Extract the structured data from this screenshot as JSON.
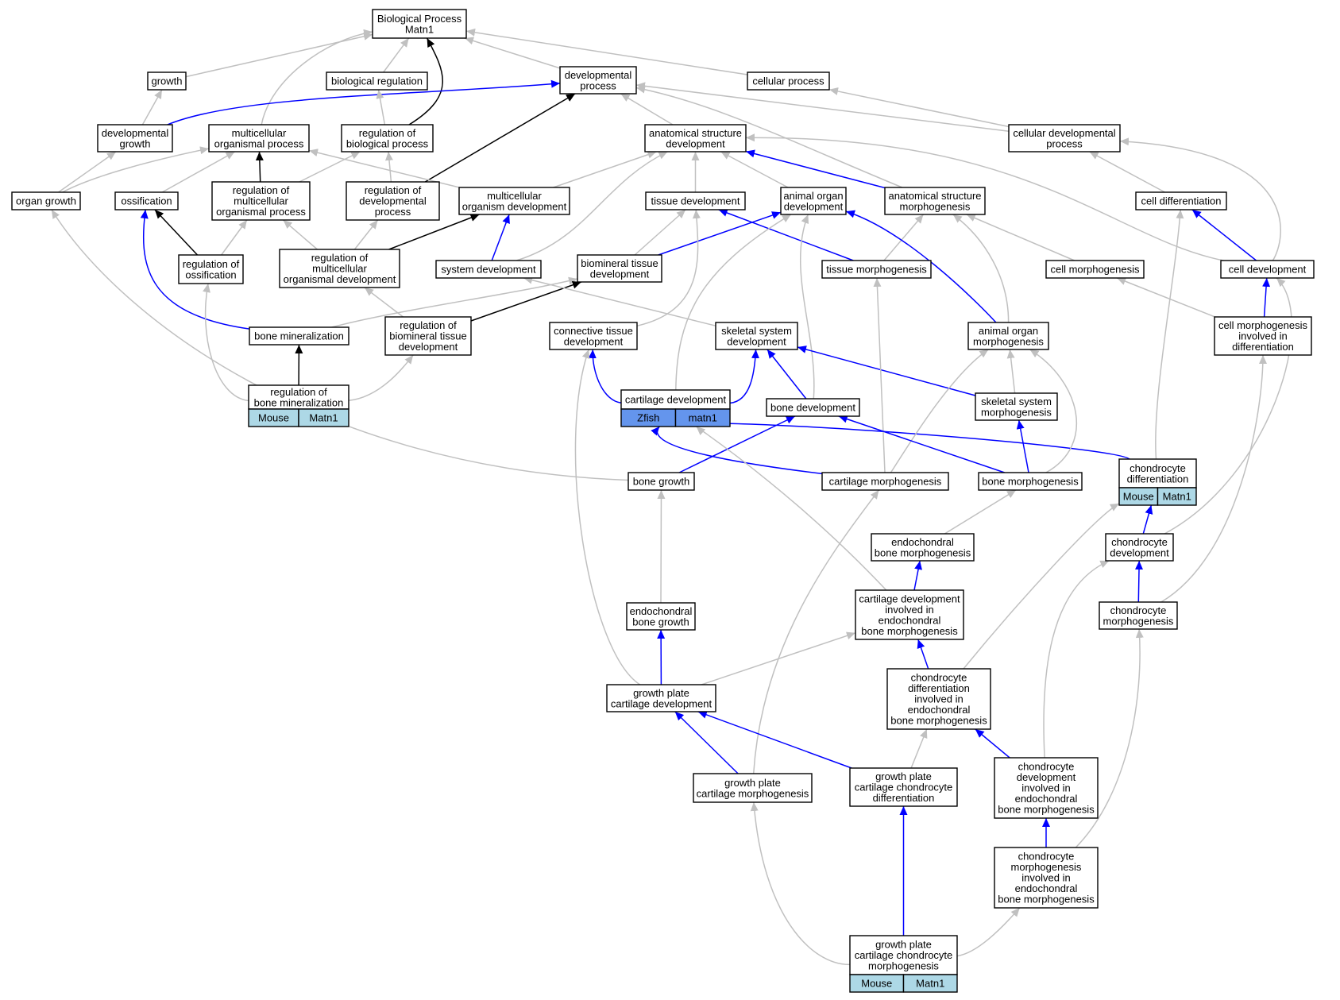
{
  "nodes": {
    "bp": {
      "lines": [
        "Biological Process",
        "Matn1"
      ]
    },
    "growth": {
      "lines": [
        "growth"
      ]
    },
    "bioreg": {
      "lines": [
        "biological regulation"
      ]
    },
    "devproc": {
      "lines": [
        "developmental",
        "process"
      ]
    },
    "cellproc": {
      "lines": [
        "cellular process"
      ]
    },
    "devgrowth": {
      "lines": [
        "developmental",
        "growth"
      ]
    },
    "multiorg": {
      "lines": [
        "multicellular",
        "organismal process"
      ]
    },
    "regbio": {
      "lines": [
        "regulation of",
        "biological process"
      ]
    },
    "anatdev": {
      "lines": [
        "anatomical structure",
        "development"
      ]
    },
    "celldevproc": {
      "lines": [
        "cellular developmental",
        "process"
      ]
    },
    "organgrowth": {
      "lines": [
        "organ growth"
      ]
    },
    "ossif": {
      "lines": [
        "ossification"
      ]
    },
    "regmulti": {
      "lines": [
        "regulation of",
        "multicellular",
        "organismal process"
      ]
    },
    "regdev": {
      "lines": [
        "regulation of",
        "developmental",
        "process"
      ]
    },
    "multidev": {
      "lines": [
        "multicellular",
        "organism development"
      ]
    },
    "tissuedev": {
      "lines": [
        "tissue development"
      ]
    },
    "animorgdev": {
      "lines": [
        "animal organ",
        "development"
      ]
    },
    "anatmorph": {
      "lines": [
        "anatomical structure",
        "morphogenesis"
      ]
    },
    "celldiff": {
      "lines": [
        "cell differentiation"
      ]
    },
    "regossif": {
      "lines": [
        "regulation of",
        "ossification"
      ]
    },
    "regmultidev": {
      "lines": [
        "regulation of",
        "multicellular",
        "organismal development"
      ]
    },
    "sysdev": {
      "lines": [
        "system development"
      ]
    },
    "biomin": {
      "lines": [
        "biomineral tissue",
        "development"
      ]
    },
    "tissuemorph": {
      "lines": [
        "tissue morphogenesis"
      ]
    },
    "cellmorph": {
      "lines": [
        "cell morphogenesis"
      ]
    },
    "celldev": {
      "lines": [
        "cell development"
      ]
    },
    "bonemin": {
      "lines": [
        "bone mineralization"
      ]
    },
    "regbiomin": {
      "lines": [
        "regulation of",
        "biomineral tissue",
        "development"
      ]
    },
    "conntissue": {
      "lines": [
        "connective tissue",
        "development"
      ]
    },
    "skeldev": {
      "lines": [
        "skeletal system",
        "development"
      ]
    },
    "animorgmorph": {
      "lines": [
        "animal organ",
        "morphogenesis"
      ]
    },
    "cellmorphdiff": {
      "lines": [
        "cell morphogenesis",
        "involved in",
        "differentiation"
      ]
    },
    "regbonemin": {
      "lines": [
        "regulation of",
        "bone mineralization"
      ],
      "cells": [
        "Mouse",
        "Matn1"
      ]
    },
    "cartdev": {
      "lines": [
        "cartilage development"
      ],
      "cells": [
        "Zfish",
        "matn1"
      ]
    },
    "bonedev": {
      "lines": [
        "bone development"
      ]
    },
    "skelmorph": {
      "lines": [
        "skeletal system",
        "morphogenesis"
      ]
    },
    "chondrodiff": {
      "lines": [
        "chondrocyte",
        "differentiation"
      ],
      "cells": [
        "Mouse",
        "Matn1"
      ]
    },
    "bonegrowth": {
      "lines": [
        "bone growth"
      ]
    },
    "cartmorph": {
      "lines": [
        "cartilage morphogenesis"
      ]
    },
    "bonemorph": {
      "lines": [
        "bone morphogenesis"
      ]
    },
    "endobonemorph": {
      "lines": [
        "endochondral",
        "bone morphogenesis"
      ]
    },
    "chondrodev": {
      "lines": [
        "chondrocyte",
        "development"
      ]
    },
    "cartdevendo": {
      "lines": [
        "cartilage development",
        "involved in",
        "endochondral",
        "bone morphogenesis"
      ]
    },
    "endobonegrowth": {
      "lines": [
        "endochondral",
        "bone growth"
      ]
    },
    "chondromorph": {
      "lines": [
        "chondrocyte",
        "morphogenesis"
      ]
    },
    "gpcartdev": {
      "lines": [
        "growth plate",
        "cartilage development"
      ]
    },
    "chondrodiffendo": {
      "lines": [
        "chondrocyte",
        "differentiation",
        "involved in",
        "endochondral",
        "bone morphogenesis"
      ]
    },
    "gpcartmorph": {
      "lines": [
        "growth plate",
        "cartilage morphogenesis"
      ]
    },
    "gpchondrodiff": {
      "lines": [
        "growth plate",
        "cartilage chondrocyte",
        "differentiation"
      ]
    },
    "chondrodevendo": {
      "lines": [
        "chondrocyte",
        "development",
        "involved in",
        "endochondral",
        "bone morphogenesis"
      ]
    },
    "chondromorphendo": {
      "lines": [
        "chondrocyte",
        "morphogenesis",
        "involved in",
        "endochondral",
        "bone morphogenesis"
      ]
    },
    "gpchondromorph": {
      "lines": [
        "growth plate",
        "cartilage chondrocyte",
        "morphogenesis"
      ],
      "cells": [
        "Mouse",
        "Matn1"
      ]
    }
  },
  "colors": {
    "gray_edge": "#c0c0c0",
    "blue_edge": "#0000ff",
    "black_edge": "#000000",
    "mouse_cell": "#add8e6",
    "zfish_cell": "#6495ed"
  }
}
